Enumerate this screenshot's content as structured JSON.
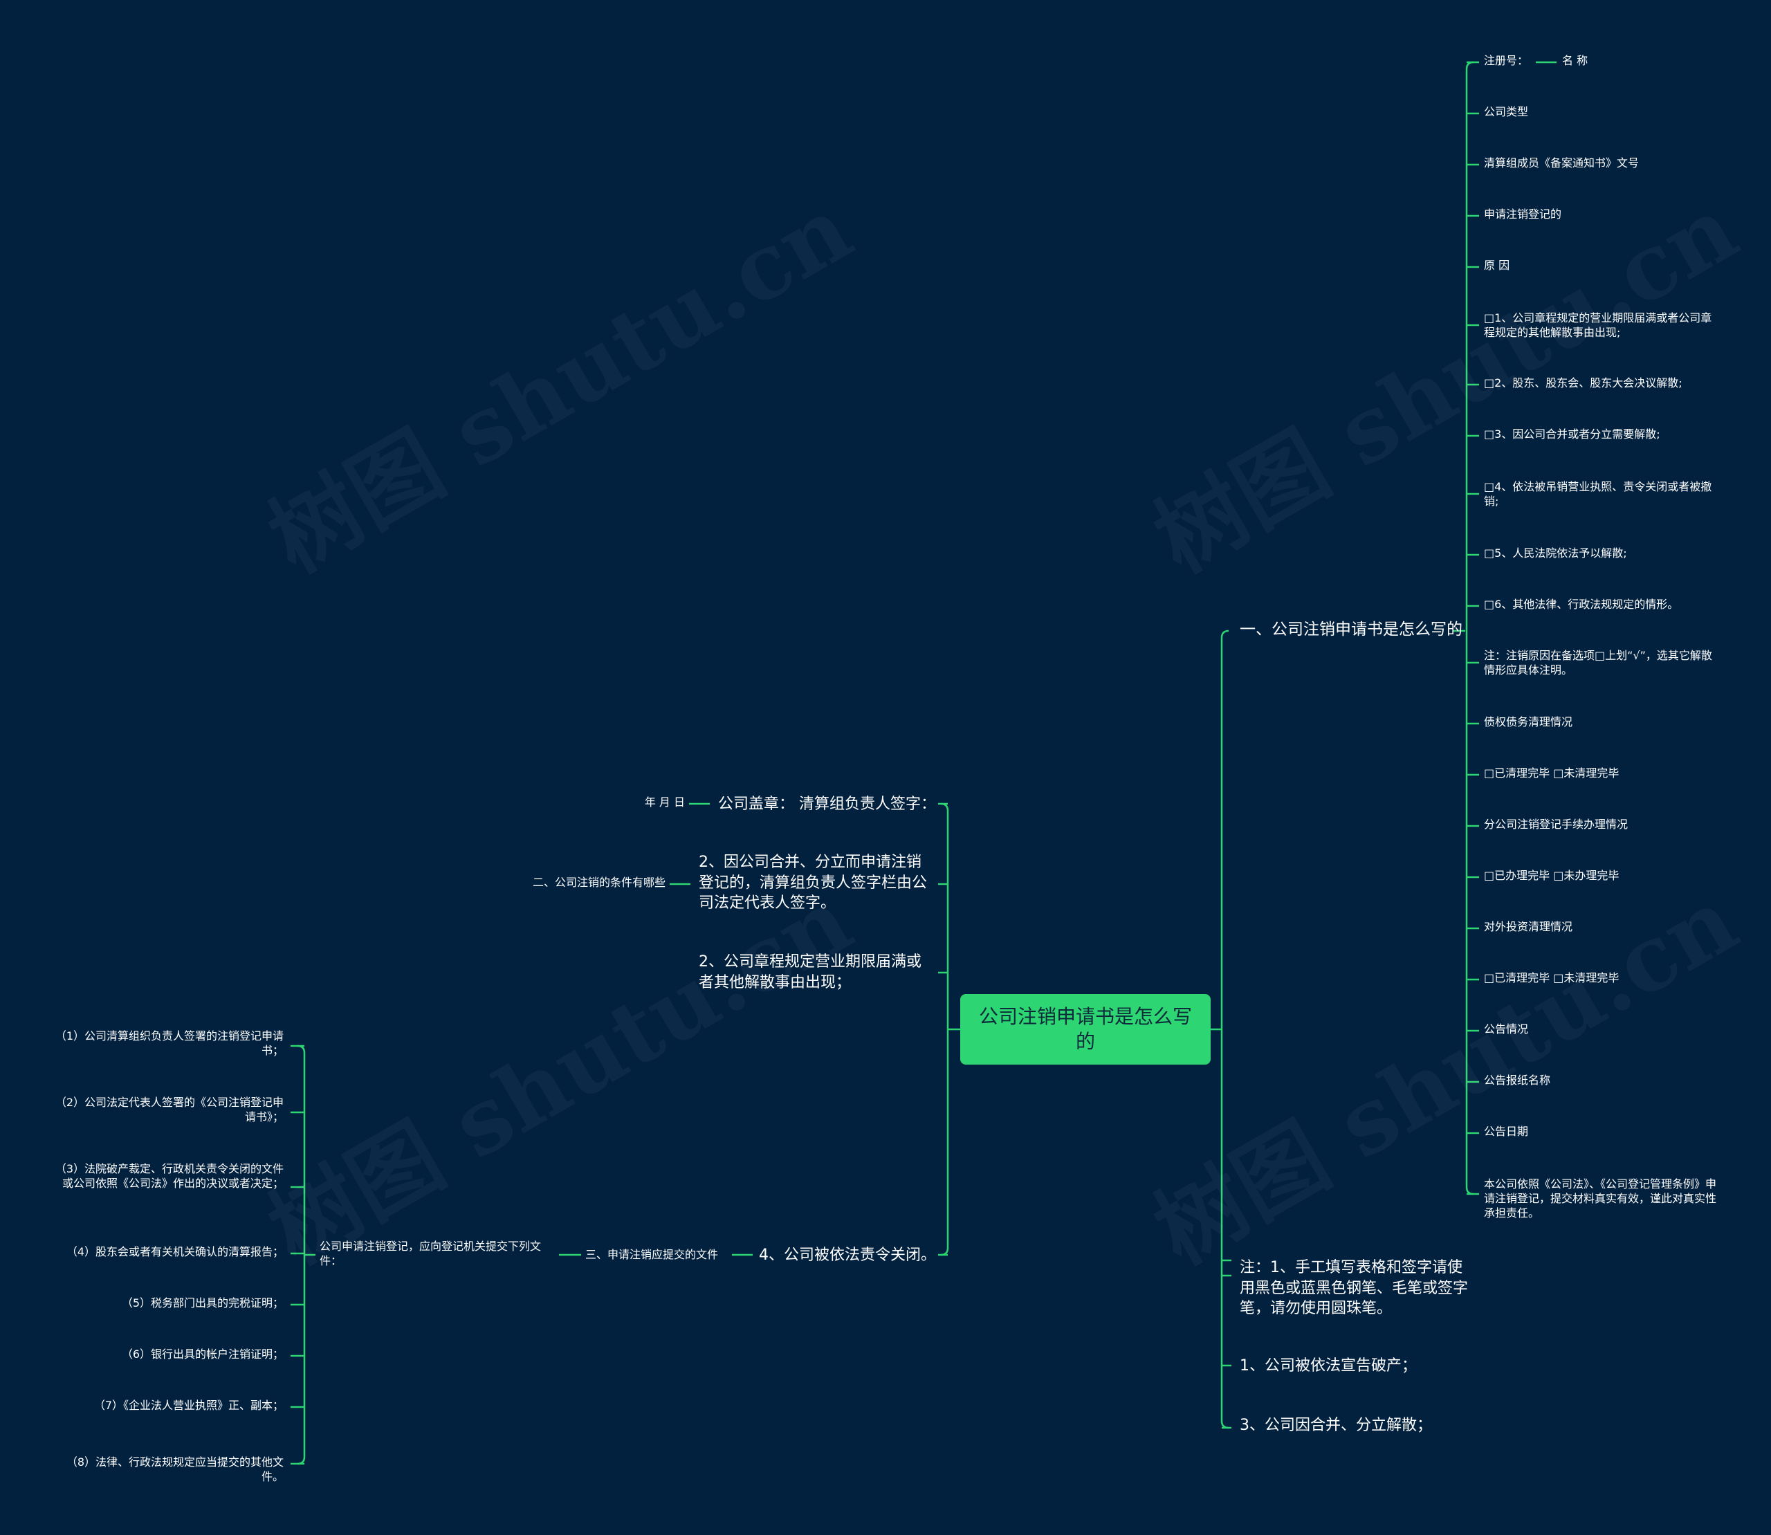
{
  "watermark": "树图 shutu.cn",
  "link_color": "#2ed573",
  "root": "公司注销申请书是怎么写的",
  "right": {
    "branch1": {
      "label": "一、公司注销申请书是怎么写的",
      "items": [
        "注册号：",
        "公司类型",
        "清算组成员《备案通知书》文号",
        "申请注销登记的",
        "原 因",
        "□1、公司章程规定的营业期限届满或者公司章程规定的其他解散事由出现;",
        "□2、股东、股东会、股东大会决议解散;",
        "□3、因公司合并或者分立需要解散;",
        "□4、依法被吊销营业执照、责令关闭或者被撤销;",
        "□5、人民法院依法予以解散;",
        "□6、其他法律、行政法规规定的情形。",
        "注：注销原因在备选项□上划“√”，选其它解散情形应具体注明。",
        "债权债务清理情况",
        "□已清理完毕 □未清理完毕",
        "分公司注销登记手续办理情况",
        "□已办理完毕 □未办理完毕",
        "对外投资清理情况",
        "□已清理完毕 □未清理完毕",
        "公告情况",
        "公告报纸名称",
        "公告日期",
        "本公司依照《公司法》、《公司登记管理条例》申请注销登记，提交材料真实有效，谨此对真实性承担责任。"
      ],
      "item0_child": "名 称"
    },
    "note": "注：1、手工填写表格和签字请使用黑色或蓝黑色钢笔、毛笔或签字笔，请勿使用圆珠笔。",
    "item1": "1、公司被依法宣告破产；",
    "item3": "3、公司因合并、分立解散；"
  },
  "left": {
    "seal": "公司盖章：  清算组负责人签字：",
    "seal_child": "年 月 日",
    "merge": "2、因公司合并、分立而申请注销登记的，清算组负责人签字栏由公司法定代表人签字。",
    "merge_child": "二、公司注销的条件有哪些",
    "expire": "2、公司章程规定营业期限届满或者其他解散事由出现；",
    "closed": "4、公司被依法责令关闭。",
    "docs_title": "三、申请注销应提交的文件",
    "docs_sub": "公司申请注销登记，应向登记机关提交下列文件：",
    "docs": [
      "（1）公司清算组织负责人签署的注销登记申请书；",
      "（2）公司法定代表人签署的《公司注销登记申请书》；",
      "（3）法院破产裁定、行政机关责令关闭的文件或公司依照《公司法》作出的决议或者决定；",
      "（4）股东会或者有关机关确认的清算报告；",
      "（5）税务部门出具的完税证明；",
      "（6）银行出具的帐户注销证明；",
      "（7）《企业法人营业执照》正、副本；",
      "（8）法律、行政法规规定应当提交的其他文件。"
    ]
  }
}
